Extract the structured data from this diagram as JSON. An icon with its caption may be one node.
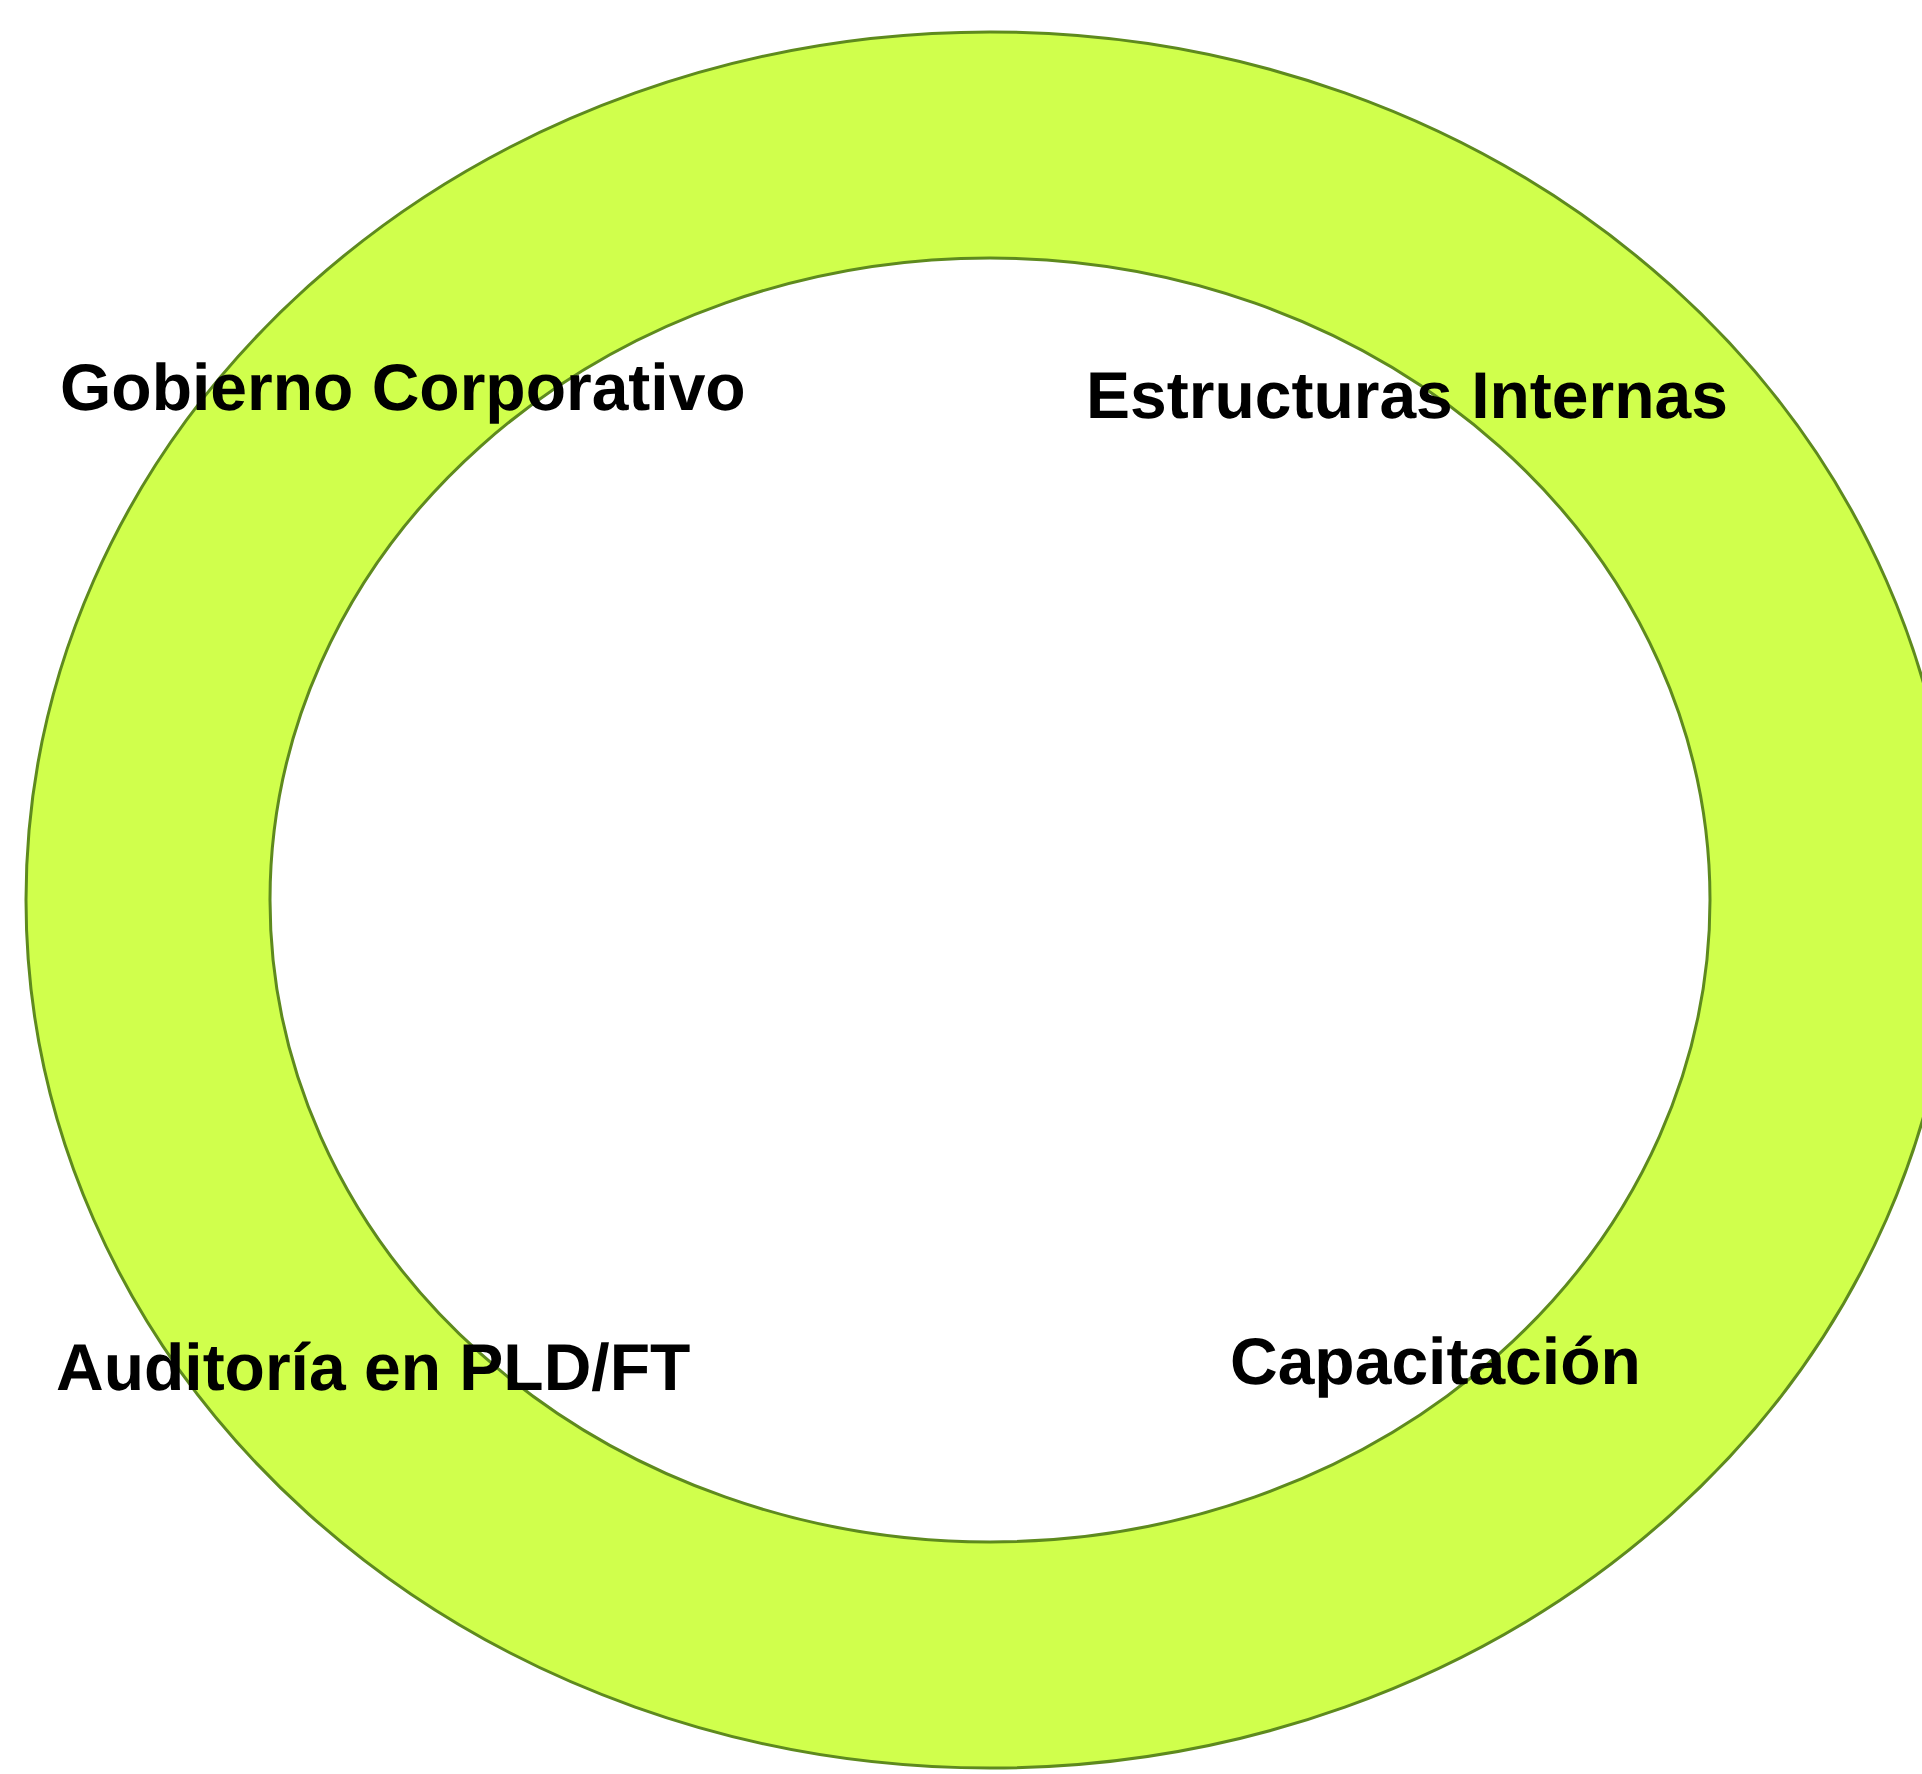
{
  "diagram": {
    "nodes": [
      {
        "text": [],
        "shape": "circle"
      }
    ],
    "labels": [
      "Gobierno Corporativo",
      "Estructuras Internas",
      "Auditoría en PLD/FT",
      "Capacitación"
    ]
  }
}
